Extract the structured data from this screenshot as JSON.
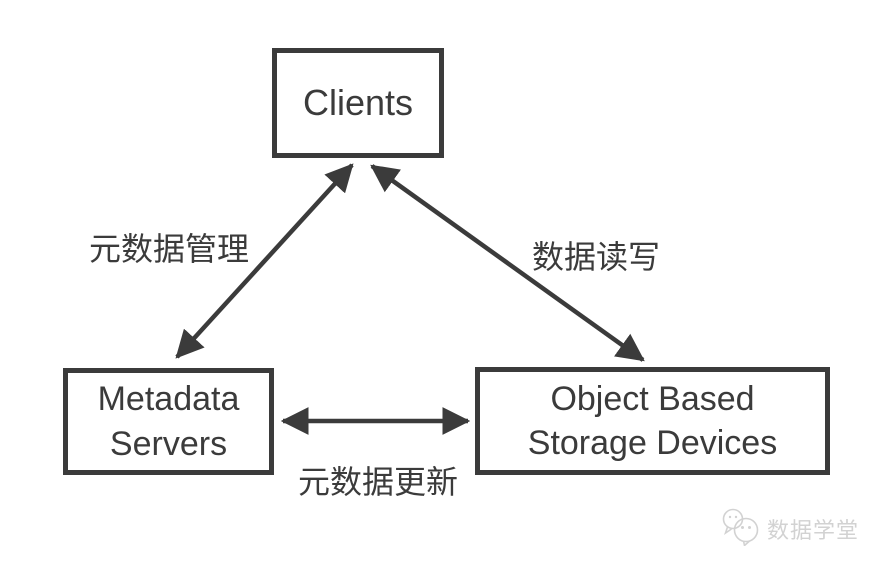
{
  "diagram": {
    "title": "Object-based storage architecture diagram",
    "stroke_color": "#3b3b3b",
    "background": "#ffffff",
    "nodes": {
      "clients": {
        "label": "Clients"
      },
      "metadata_servers": {
        "label": "Metadata\nServers"
      },
      "storage_devices": {
        "label": "Object Based\nStorage Devices"
      }
    },
    "edges": {
      "clients_metadata": {
        "label": "元数据管理",
        "from": "clients",
        "to": "metadata_servers",
        "direction": "bidirectional"
      },
      "clients_storage": {
        "label": "数据读写",
        "from": "clients",
        "to": "storage_devices",
        "direction": "bidirectional"
      },
      "metadata_storage": {
        "label": "元数据更新",
        "from": "metadata_servers",
        "to": "storage_devices",
        "direction": "bidirectional"
      }
    }
  },
  "watermark": {
    "icon": "wechat-icon",
    "text": "数据学堂",
    "color": "#d2d2d2"
  }
}
